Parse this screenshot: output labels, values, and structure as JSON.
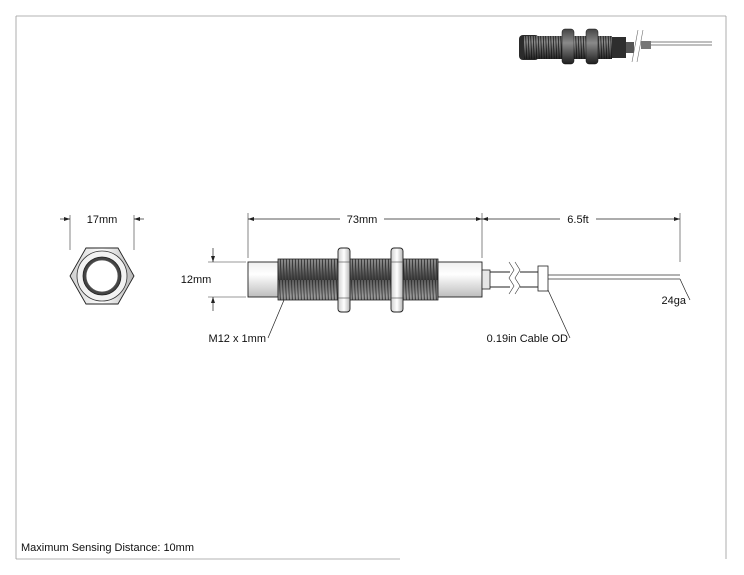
{
  "dimensions": {
    "hex_width": "17mm",
    "body_length": "73mm",
    "cable_length": "6.5ft",
    "body_diameter": "12mm",
    "thread": "M12 x 1mm",
    "cable_od": "0.19in Cable OD",
    "wire_gauge": "24ga"
  },
  "note": {
    "sensing_distance": "Maximum Sensing Distance: 10mm"
  }
}
